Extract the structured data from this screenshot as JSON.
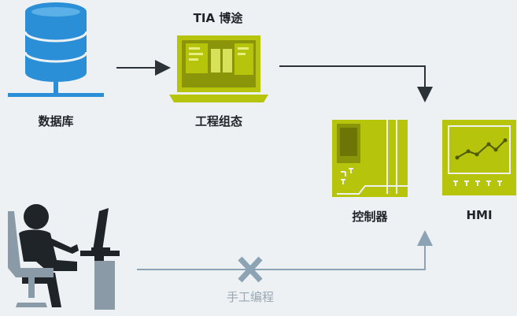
{
  "labels": {
    "database": "数据库",
    "tia_portal": "TIA 博途",
    "engineering_config": "工程组态",
    "controller": "控制器",
    "hmi": "HMI",
    "manual_programming": "手工编程"
  },
  "colors": {
    "background": "#eef1f4",
    "accent_blue": "#2a8fd6",
    "lime": "#b6c40b",
    "dark": "#1e2428",
    "manual_path": "#8ca3b3"
  }
}
